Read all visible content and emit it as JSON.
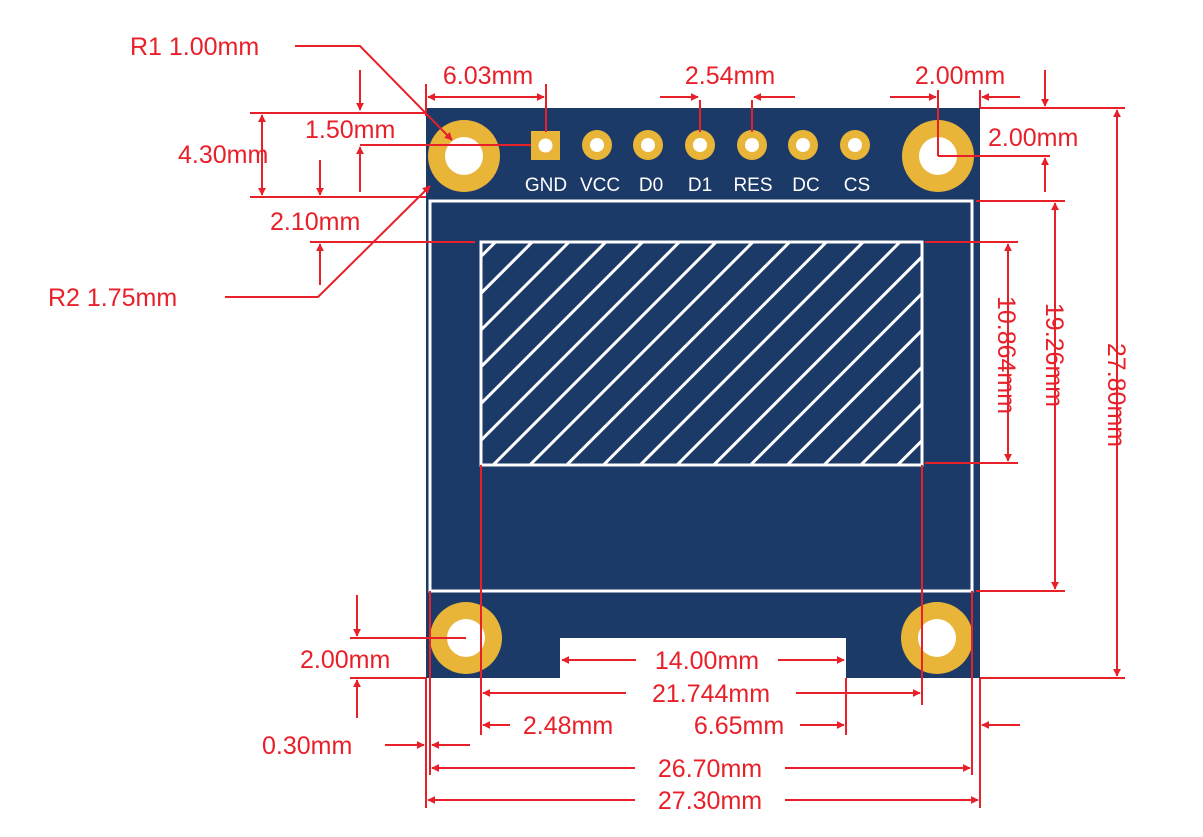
{
  "colors": {
    "board": "#1b3a68",
    "pad_gold": "#e8b538",
    "dimension_red": "#e8202a",
    "outline_white": "#ffffff"
  },
  "pins": [
    "GND",
    "VCC",
    "D0",
    "D1",
    "RES",
    "DC",
    "CS"
  ],
  "dimensions": {
    "r1": "R1 1.00mm",
    "r2": "R2 1.75mm",
    "left_hole_offset": "6.03mm",
    "pin_pitch": "2.54mm",
    "top_hole_offset_x": "2.00mm",
    "top_hole_offset_y": "2.00mm",
    "pin_hole_offset": "1.50mm",
    "hole_to_edge": "4.30mm",
    "screen_top_gap": "2.10mm",
    "active_height": "10.864mm",
    "screen_height": "19.26mm",
    "board_height": "27.80mm",
    "bottom_hole_offset": "2.00mm",
    "notch_width": "14.00mm",
    "active_width": "21.744mm",
    "active_left": "2.48mm",
    "active_right": "6.65mm",
    "edge_margin": "0.30mm",
    "screen_width": "26.70mm",
    "board_width": "27.30mm"
  }
}
